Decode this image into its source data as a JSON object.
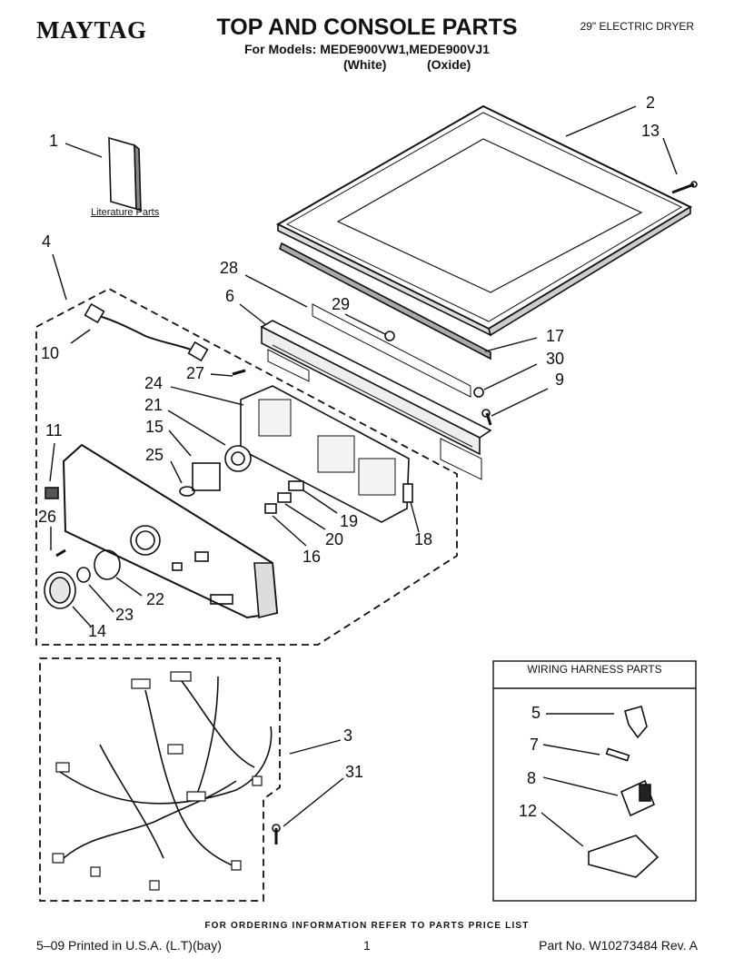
{
  "header": {
    "brand": "MAYTAG",
    "title": "TOP AND CONSOLE PARTS",
    "models_line": "For Models: MEDE900VW1,MEDE900VJ1",
    "color_white": "(White)",
    "color_oxide": "(Oxide)",
    "product": "29\" ELECTRIC DRYER"
  },
  "literature_label": "Literature Parts",
  "wiring_box": {
    "title": "WIRING HARNESS PARTS"
  },
  "callouts": {
    "c1": "1",
    "c2": "2",
    "c3": "3",
    "c4": "4",
    "c5": "5",
    "c6": "6",
    "c7": "7",
    "c8": "8",
    "c9": "9",
    "c10": "10",
    "c11": "11",
    "c12": "12",
    "c13": "13",
    "c14": "14",
    "c15": "15",
    "c16": "16",
    "c17": "17",
    "c18": "18",
    "c19": "19",
    "c20": "20",
    "c21": "21",
    "c22": "22",
    "c23": "23",
    "c24": "24",
    "c25": "25",
    "c26": "26",
    "c27": "27",
    "c28": "28",
    "c29": "29",
    "c30": "30",
    "c31": "31"
  },
  "footer": {
    "order_note": "FOR ORDERING INFORMATION REFER TO PARTS PRICE LIST",
    "printed": "5–09 Printed in U.S.A. (L.T)(bay)",
    "page": "1",
    "part_no": "Part No. W10273484 Rev. A"
  }
}
